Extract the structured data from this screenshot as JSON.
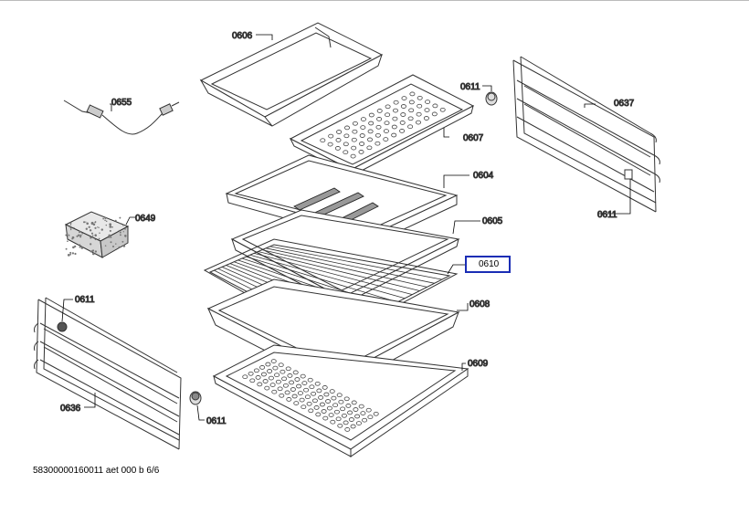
{
  "parts": {
    "p0606": "0606",
    "p0607": "0607",
    "p0655": "0655",
    "p0611_a": "0611",
    "p0637": "0637",
    "p0604": "0604",
    "p0611_b": "0611",
    "p0649": "0649",
    "p0605": "0605",
    "p0610": "0610",
    "p0611_c": "0611",
    "p0608": "0608",
    "p0609": "0609",
    "p0636": "0636",
    "p0611_d": "0611"
  },
  "highlighted_part": "0610",
  "highlight_color": "#1a2db5",
  "footer": {
    "doc_code": "58300000160011 aet 000 b 6/6"
  }
}
